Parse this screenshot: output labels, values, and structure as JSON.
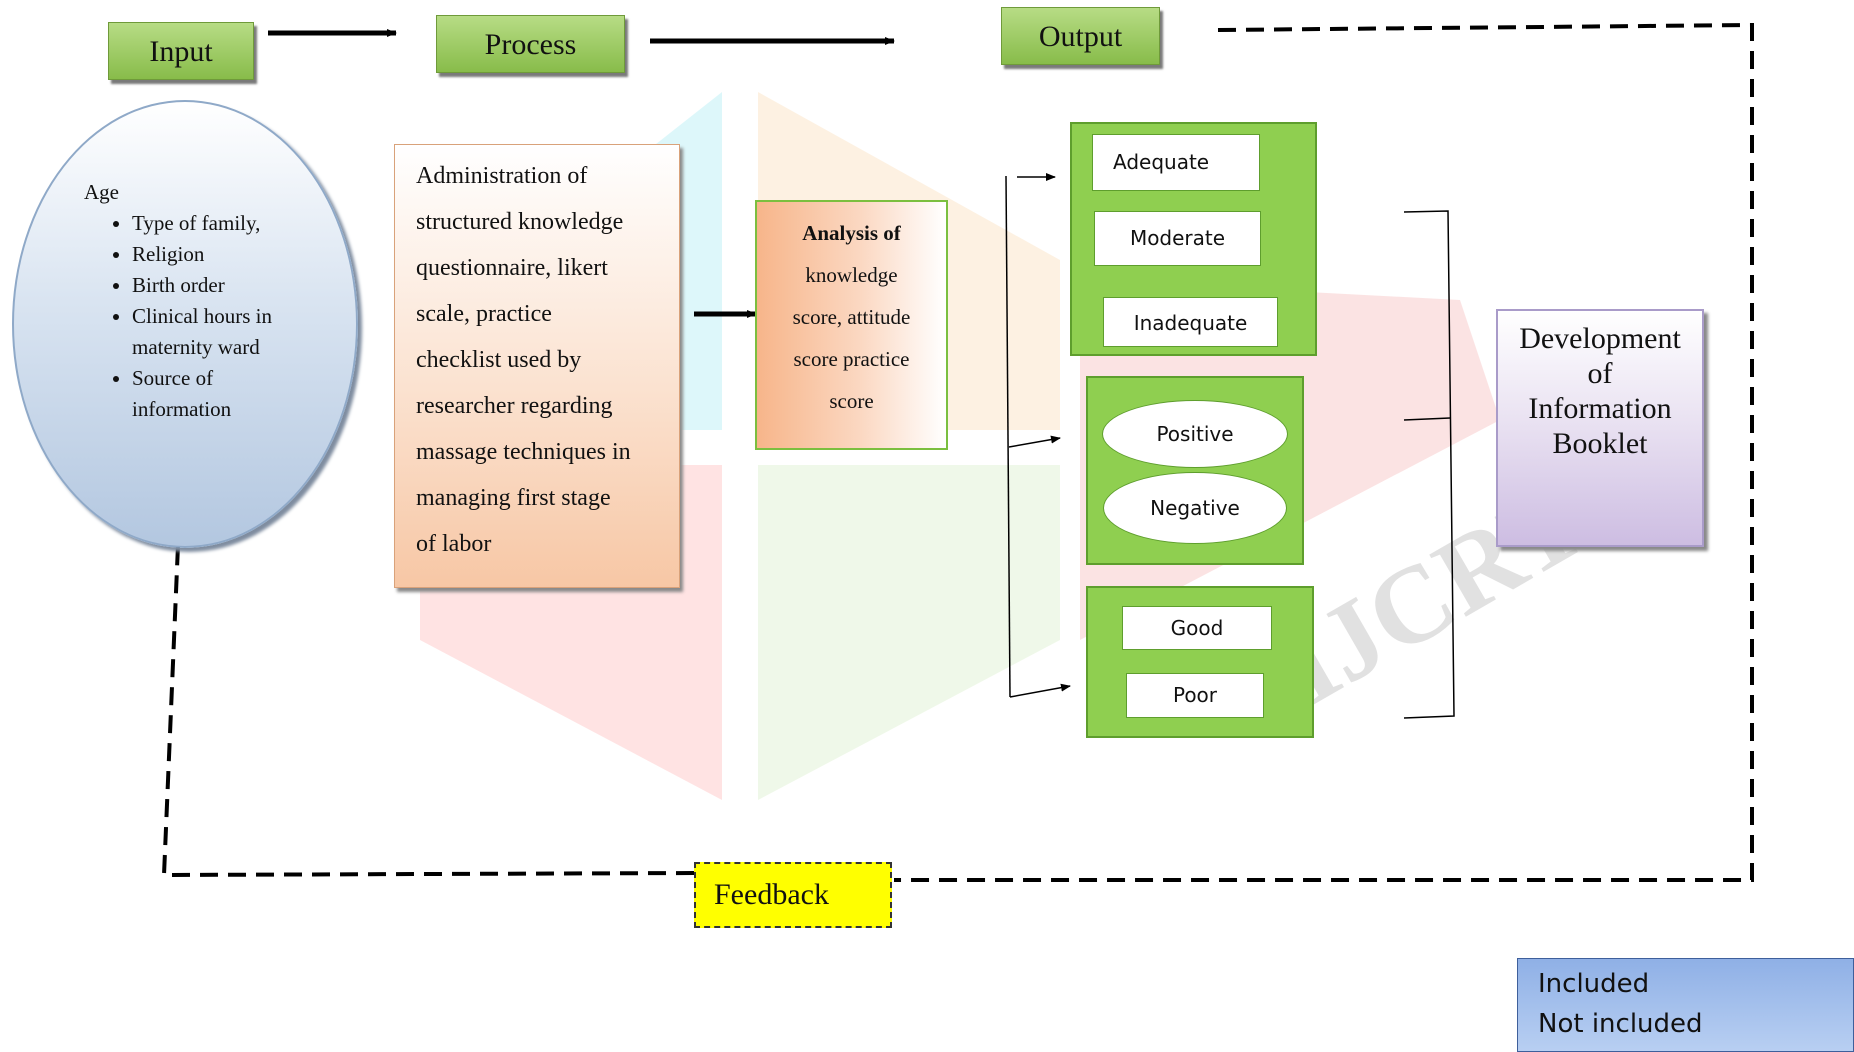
{
  "headers": {
    "input": "Input",
    "process": "Process",
    "output": "Output"
  },
  "input": {
    "first": "Age",
    "items": [
      "Type of family,",
      "Religion",
      "Birth order",
      " Clinical hours in maternity ward",
      "Source of information"
    ]
  },
  "process": {
    "lines": [
      "Administration of",
      "structured knowledge",
      "questionnaire, likert",
      "scale, practice",
      "checklist used by",
      "researcher  regarding",
      "massage techniques in",
      "managing first stage",
      "of labor"
    ]
  },
  "analysis": {
    "bold": "Analysis of",
    "lines": [
      "knowledge",
      "score, attitude",
      "score practice",
      "score"
    ]
  },
  "knowledge_levels": [
    "Adequate",
    "Moderate",
    "Inadequate"
  ],
  "attitude_levels": [
    "Positive",
    "Negative"
  ],
  "practice_levels": [
    "Good",
    "Poor"
  ],
  "development": {
    "lines": [
      "Development",
      "of",
      "Information",
      "Booklet"
    ]
  },
  "feedback": "Feedback",
  "legend": {
    "included": "Included",
    "not_included": "Not included"
  },
  "watermark": "IJCRT",
  "colors": {
    "header_green": "#88bc4a",
    "output_green": "#8fcf50",
    "feedback_yellow": "#ffff00",
    "legend_blue": "#8fb0e6"
  }
}
